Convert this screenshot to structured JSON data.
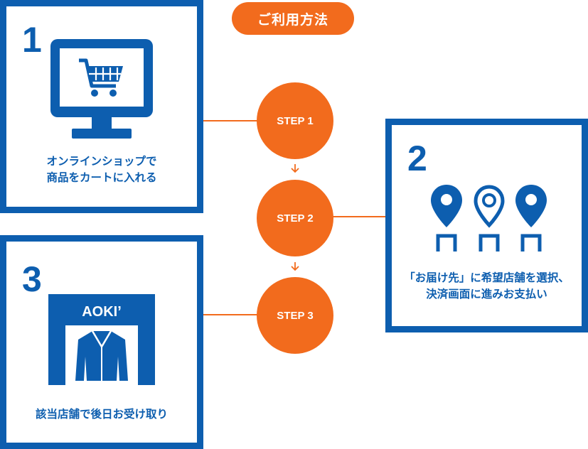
{
  "title": "ご利用方法",
  "steps": [
    {
      "label": "STEP 1"
    },
    {
      "label": "STEP 2"
    },
    {
      "label": "STEP 3"
    }
  ],
  "boxes": [
    {
      "number": "1",
      "caption_line1": "オンラインショップで",
      "caption_line2": "商品をカートに入れる",
      "icon": "computer-cart-icon"
    },
    {
      "number": "2",
      "caption_line1": "「お届け先」に希望店舗を選択、",
      "caption_line2": "決済画面に進みお支払い",
      "icon": "map-pin-store-icon"
    },
    {
      "number": "3",
      "caption_line1": "該当店舗で後日お受け取り",
      "icon": "aoki-store-jacket-icon"
    }
  ],
  "store_sign": "AOKI’",
  "colors": {
    "blue": "#0d5eaf",
    "orange": "#f26b1d"
  }
}
